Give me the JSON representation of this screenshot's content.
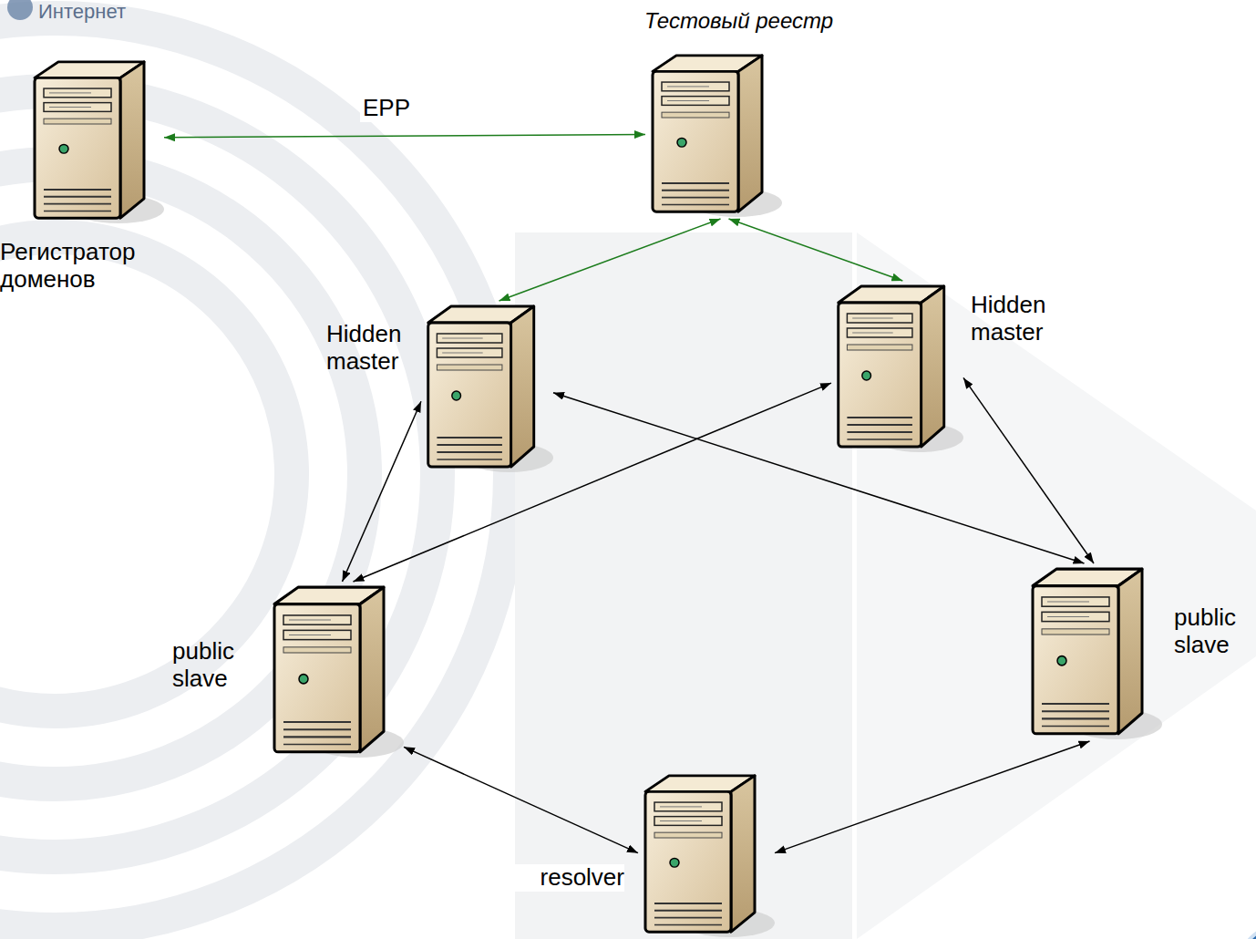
{
  "diagram": {
    "nodes": [
      {
        "text": [
          "Регистратор доменов"
        ]
      },
      {
        "text": [
          "Тестовый реестр"
        ]
      },
      {
        "text": [
          "Hidden master"
        ]
      },
      {
        "text": [
          "Hidden master"
        ]
      },
      {
        "text": [
          "public slave"
        ]
      },
      {
        "text": [
          "public slave"
        ]
      },
      {
        "text": [
          "resolver"
        ]
      }
    ],
    "edges": [
      {
        "from": 0,
        "to": 1,
        "label": "EPP",
        "arrow": "both"
      },
      {
        "from": 1,
        "to": 2,
        "arrow": "both"
      },
      {
        "from": 1,
        "to": 3,
        "arrow": "both"
      },
      {
        "from": 2,
        "to": 4,
        "arrow": "both"
      },
      {
        "from": 3,
        "to": 4,
        "arrow": "both"
      },
      {
        "from": 2,
        "to": 5,
        "arrow": "both"
      },
      {
        "from": 3,
        "to": 5,
        "arrow": "both"
      },
      {
        "from": 4,
        "to": 6,
        "arrow": "both"
      },
      {
        "from": 5,
        "to": 6,
        "arrow": "both"
      }
    ],
    "labels": [
      "Интернет"
    ]
  }
}
